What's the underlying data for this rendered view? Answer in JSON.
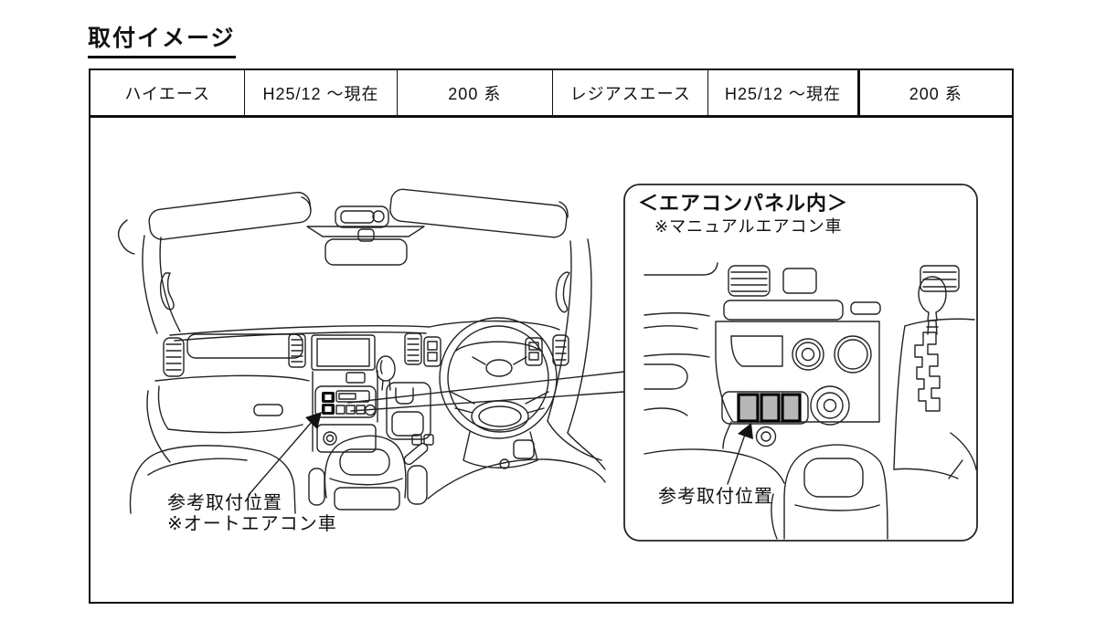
{
  "page_title": "取付イメージ",
  "vehicle_table": {
    "cells": [
      "ハイエース",
      "H25/12 ～現在",
      "200 系",
      "レジアスエース",
      "H25/12 ～現在",
      "200 系"
    ]
  },
  "main_view": {
    "install_label": "参考取付位置",
    "install_note": "※オートエアコン車"
  },
  "callout": {
    "heading": "＜エアコンパネル内＞",
    "note": "※マニュアルエアコン車",
    "install_label": "参考取付位置"
  },
  "colors": {
    "line": "#232323",
    "border": "#101010",
    "button_fill": "#b7b7b7",
    "device_fill": "#111111",
    "background": "#ffffff"
  }
}
